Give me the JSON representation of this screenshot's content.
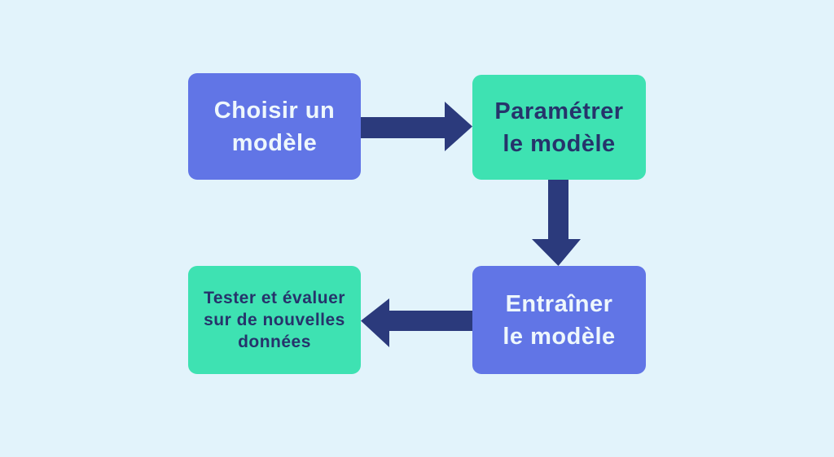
{
  "canvas": {
    "background": "#e2f3fb"
  },
  "colors": {
    "purple": "#6175e6",
    "teal": "#3ee2b2",
    "navy_text": "#26336b",
    "white_text": "#eef7fc",
    "arrow": "#2b3a7c"
  },
  "diagram": {
    "nodes": [
      {
        "id": "choose-model",
        "label": "Choisir un\nmodèle",
        "fill": "purple",
        "text_color": "white"
      },
      {
        "id": "configure-model",
        "label": "Paramétrer\nle modèle",
        "fill": "teal",
        "text_color": "navy"
      },
      {
        "id": "train-model",
        "label": "Entraîner\nle modèle",
        "fill": "purple",
        "text_color": "white"
      },
      {
        "id": "test-evaluate",
        "label": "Tester et évaluer\nsur de nouvelles\ndonnées",
        "fill": "teal",
        "text_color": "navy"
      }
    ],
    "arrows": [
      {
        "from": "choose-model",
        "to": "configure-model",
        "direction": "right"
      },
      {
        "from": "configure-model",
        "to": "train-model",
        "direction": "down"
      },
      {
        "from": "train-model",
        "to": "test-evaluate",
        "direction": "left"
      }
    ]
  }
}
